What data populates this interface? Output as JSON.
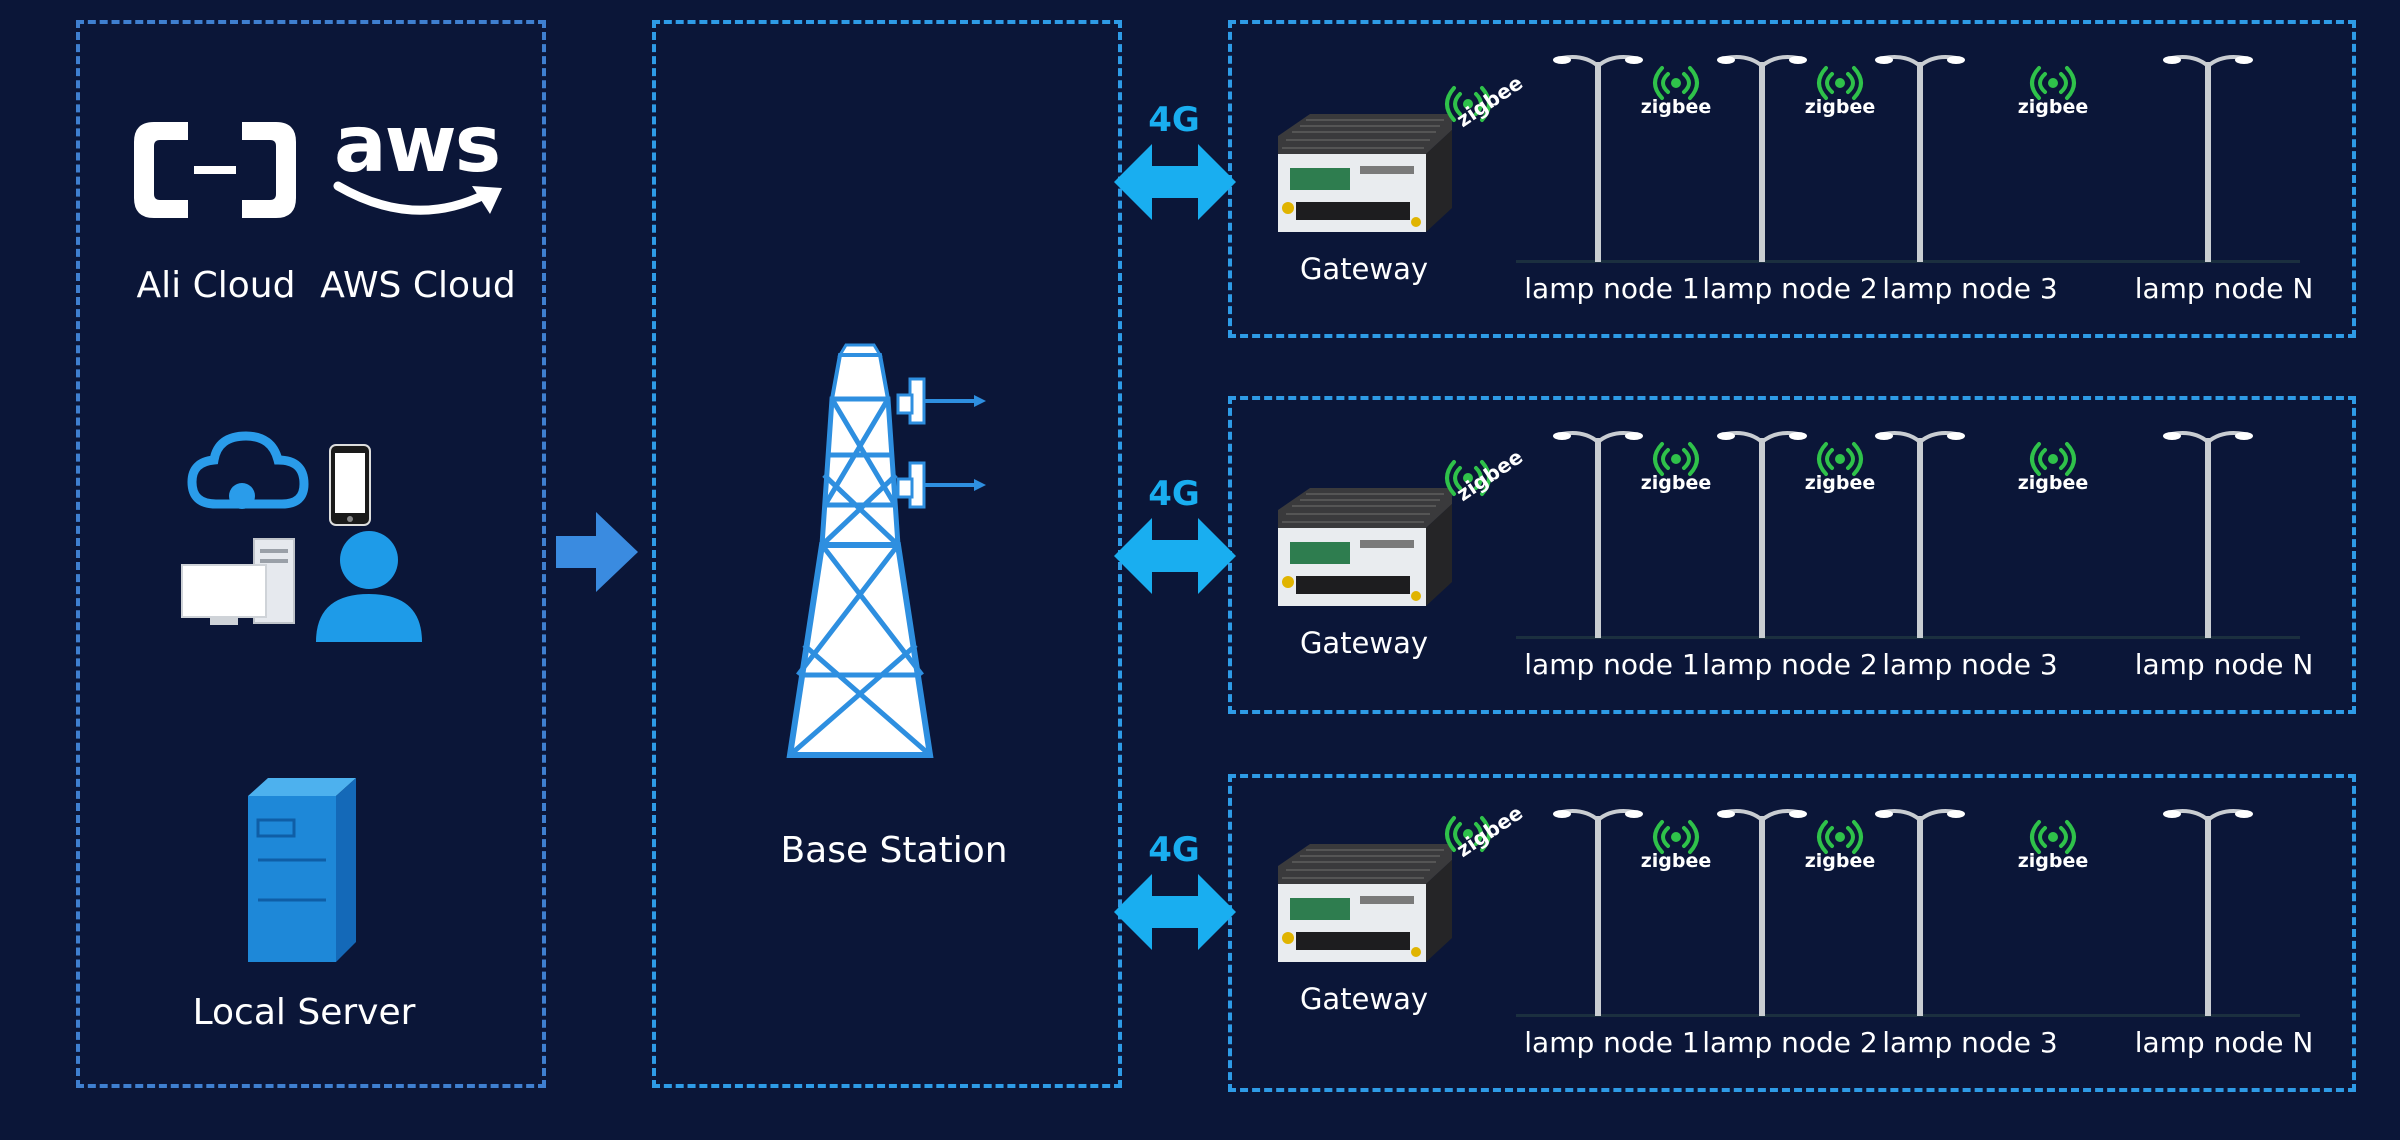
{
  "left_panel": {
    "ali_label": "Ali Cloud",
    "aws_logo_text": "aws",
    "aws_label": "AWS Cloud",
    "server_label": "Local Server"
  },
  "middle_panel": {
    "base_station_label": "Base Station"
  },
  "link_label": "4G",
  "rows": [
    {
      "gateway_label": "Gateway",
      "gateway_zigbee": "zigbee",
      "zigbee_badges": [
        "zigbee",
        "zigbee",
        "zigbee"
      ],
      "nodes": [
        "lamp node 1",
        "lamp node 2",
        "lamp node 3",
        "lamp node N"
      ]
    },
    {
      "gateway_label": "Gateway",
      "gateway_zigbee": "zigbee",
      "zigbee_badges": [
        "zigbee",
        "zigbee",
        "zigbee"
      ],
      "nodes": [
        "lamp node 1",
        "lamp node 2",
        "lamp node 3",
        "lamp node N"
      ]
    },
    {
      "gateway_label": "Gateway",
      "gateway_zigbee": "zigbee",
      "zigbee_badges": [
        "zigbee",
        "zigbee",
        "zigbee"
      ],
      "nodes": [
        "lamp node 1",
        "lamp node 2",
        "lamp node 3",
        "lamp node N"
      ]
    }
  ],
  "colors": {
    "background": "#0b1638",
    "panel_border": "#2e9be6",
    "arrow": "#19aef0",
    "tower": "#2e8fe0",
    "zigbee_green": "#2fc24a",
    "server": "#1e88d8"
  }
}
